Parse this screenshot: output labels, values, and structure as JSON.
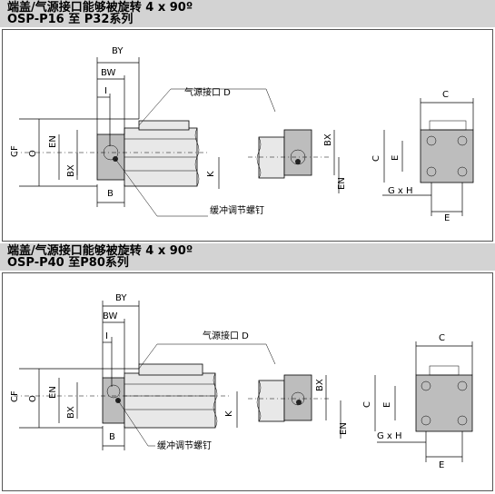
{
  "sections": [
    {
      "title_line1": "端盖/气源接口能够被旋转  4 x 90º",
      "title_line2": "OSP-P16 至 P32系列",
      "labels": {
        "by": "BY",
        "bw": "BW",
        "i": "I",
        "cf": "CF",
        "o": "O",
        "en": "EN",
        "bx": "BX",
        "b": "B",
        "k": "K",
        "air_port": "气源接口 D",
        "cushion_screw": "缓冲调节螺钉",
        "bx_right": "BX",
        "en_right": "EN",
        "c_top": "C",
        "c_side": "C",
        "e_side": "E",
        "gxh": "G x H",
        "e_bottom": "E"
      }
    },
    {
      "title_line1": "端盖/气源接口能够被旋转  4 x 90º",
      "title_line2": "OSP-P40 至P80系列",
      "labels": {
        "by": "BY",
        "bw": "BW",
        "i": "I",
        "cf": "CF",
        "o": "O",
        "en": "EN",
        "bx": "BX",
        "b": "B",
        "k": "K",
        "air_port": "气源接口 D",
        "cushion_screw": "缓冲调节螺钉",
        "bx_right": "BX",
        "en_right": "EN",
        "c_top": "C",
        "c_side": "C",
        "e_side": "E",
        "gxh": "G x H",
        "e_bottom": "E"
      }
    }
  ]
}
